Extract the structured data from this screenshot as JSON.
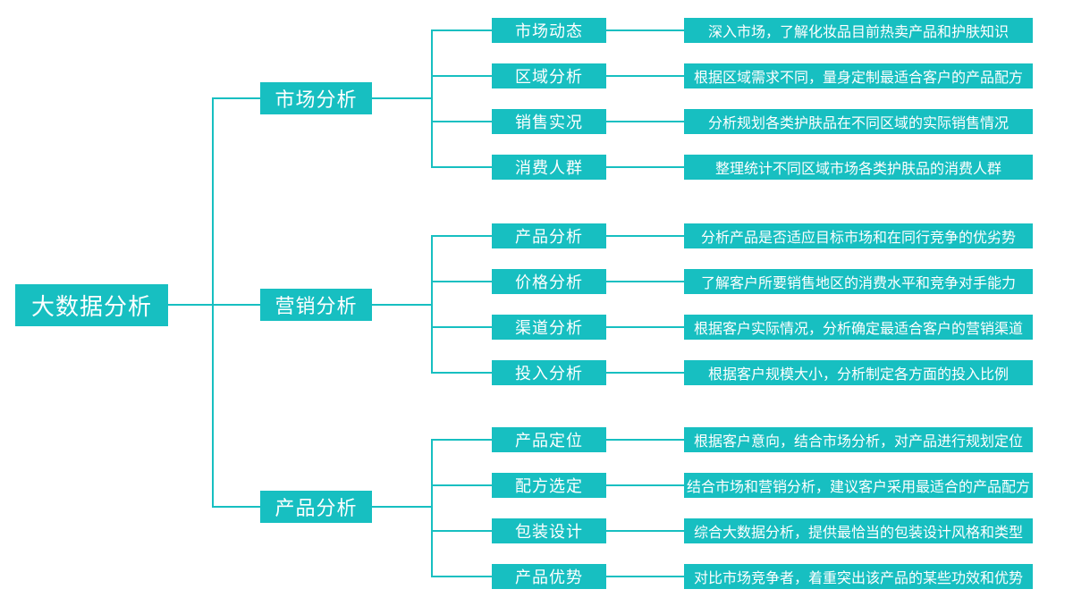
{
  "root": {
    "label": "大数据分析"
  },
  "branches": [
    {
      "label": "市场分析",
      "children": [
        {
          "label": "市场动态",
          "desc": "深入市场，了解化妆品目前热卖产品和护肤知识"
        },
        {
          "label": "区域分析",
          "desc": "根据区域需求不同，量身定制最适合客户的产品配方"
        },
        {
          "label": "销售实况",
          "desc": "分析规划各类护肤品在不同区域的实际销售情况"
        },
        {
          "label": "消费人群",
          "desc": "整理统计不同区域市场各类护肤品的消费人群"
        }
      ]
    },
    {
      "label": "营销分析",
      "children": [
        {
          "label": "产品分析",
          "desc": "分析产品是否适应目标市场和在同行竞争的优劣势"
        },
        {
          "label": "价格分析",
          "desc": "了解客户所要销售地区的消费水平和竞争对手能力"
        },
        {
          "label": "渠道分析",
          "desc": "根据客户实际情况，分析确定最适合客户的营销渠道"
        },
        {
          "label": "投入分析",
          "desc": "根据客户规模大小，分析制定各方面的投入比例"
        }
      ]
    },
    {
      "label": "产品分析",
      "children": [
        {
          "label": "产品定位",
          "desc": "根据客户意向，结合市场分析，对产品进行规划定位"
        },
        {
          "label": "配方选定",
          "desc": "结合市场和营销分析，建议客户采用最适合的产品配方"
        },
        {
          "label": "包装设计",
          "desc": "综合大数据分析，提供最恰当的包装设计风格和类型"
        },
        {
          "label": "产品优势",
          "desc": "对比市场竞争者，着重突出该产品的某些功效和优势"
        }
      ]
    }
  ],
  "colors": {
    "accent": "#17BFC1",
    "node_text": "#FFFFFF",
    "background": "#FFFFFF"
  }
}
